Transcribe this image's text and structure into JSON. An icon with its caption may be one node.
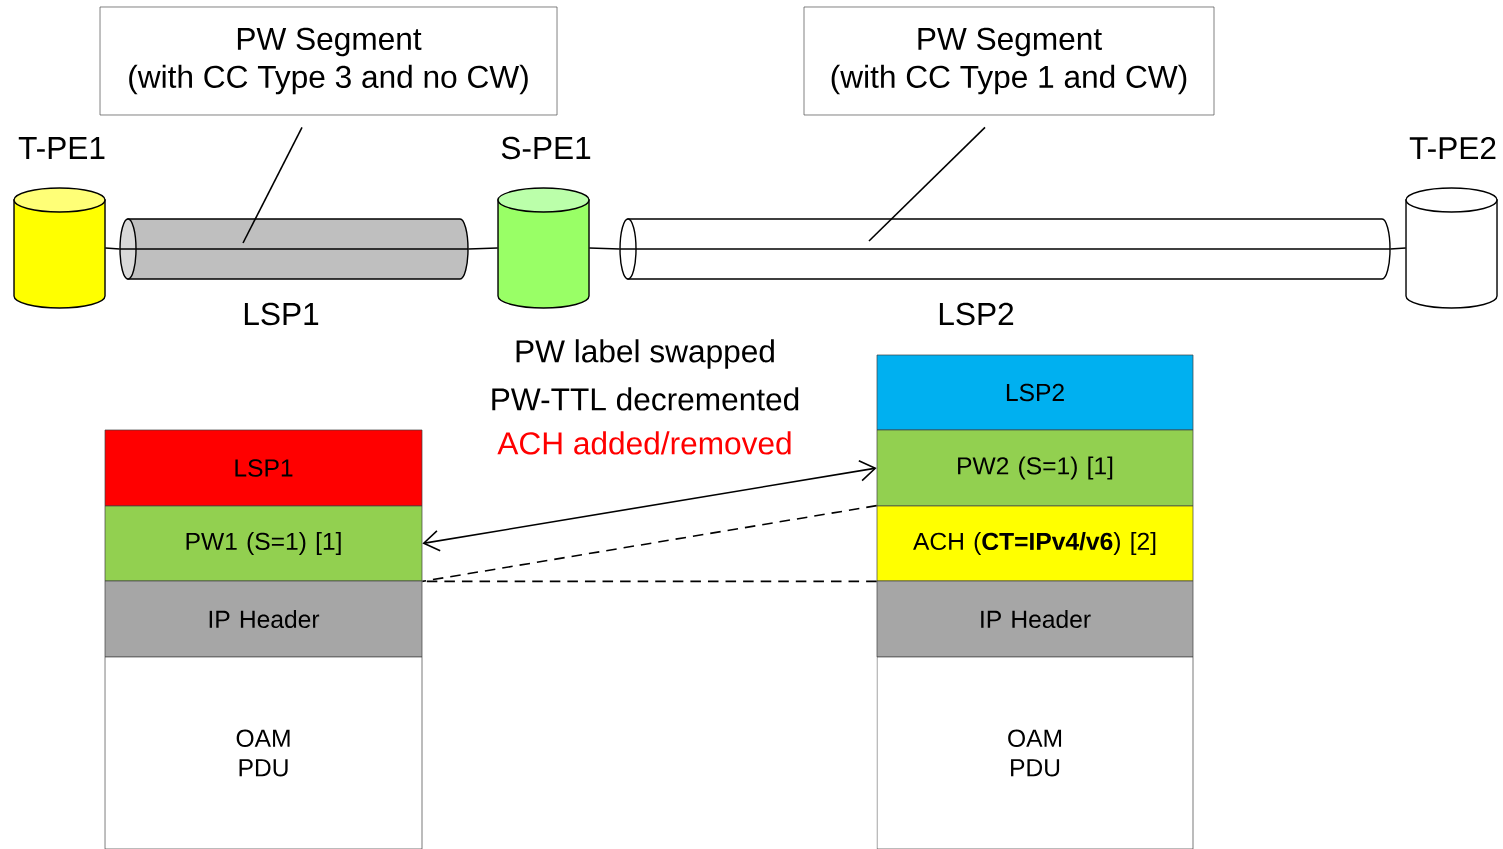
{
  "diagram": {
    "nodes": [
      {
        "text": [
          "PW Segment",
          "(with CC Type 3 and no CW)"
        ]
      },
      {
        "text": [
          "PW Segment",
          "(with CC Type 1 and CW)"
        ]
      },
      {
        "text": [],
        "shape": "cylinder",
        "beside": [
          "T-PE1"
        ]
      },
      {
        "text": [],
        "shape": "cylinder",
        "beside": [
          "S-PE1"
        ]
      },
      {
        "text": [],
        "shape": "cylinder",
        "beside": [
          "T-PE2"
        ]
      },
      {
        "text": [],
        "shape": "cylinder",
        "beside": [
          "LSP1"
        ]
      },
      {
        "text": [],
        "shape": "cylinder",
        "beside": [
          "LSP2"
        ]
      },
      {
        "text": [
          "LSP1"
        ]
      },
      {
        "text": [
          "PW1 (S=1) [1]"
        ]
      },
      {
        "text": [
          "IP Header"
        ]
      },
      {
        "text": [
          "OAM PDU"
        ]
      },
      {
        "text": [
          "LSP2"
        ]
      },
      {
        "text": [
          "PW2 (S=1) [1]"
        ]
      },
      {
        "text": [
          "ACH (**CT=IPv4/v6**) [2]"
        ]
      },
      {
        "text": [
          "IP Header"
        ]
      },
      {
        "text": [
          "OAM PDU"
        ]
      }
    ],
    "edges": [
      {
        "from": 0,
        "to": 5,
        "arrow": "none"
      },
      {
        "from": 1,
        "to": 6,
        "arrow": "none"
      },
      {
        "from": 2,
        "to": 5,
        "arrow": "none"
      },
      {
        "from": 5,
        "to": 3,
        "arrow": "none"
      },
      {
        "from": 3,
        "to": 6,
        "arrow": "none"
      },
      {
        "from": 6,
        "to": 4,
        "arrow": "none"
      },
      {
        "from": 12,
        "to": 8,
        "arrow": "both"
      },
      {
        "from": 13,
        "to": 8,
        "arrow": "none",
        "style": "dashed"
      },
      {
        "from": 13,
        "to": 8,
        "arrow": "none",
        "style": "dashed"
      }
    ],
    "labels": [
      "PW label swapped",
      "PW-TTL decremented",
      "ACH added/removed"
    ]
  }
}
